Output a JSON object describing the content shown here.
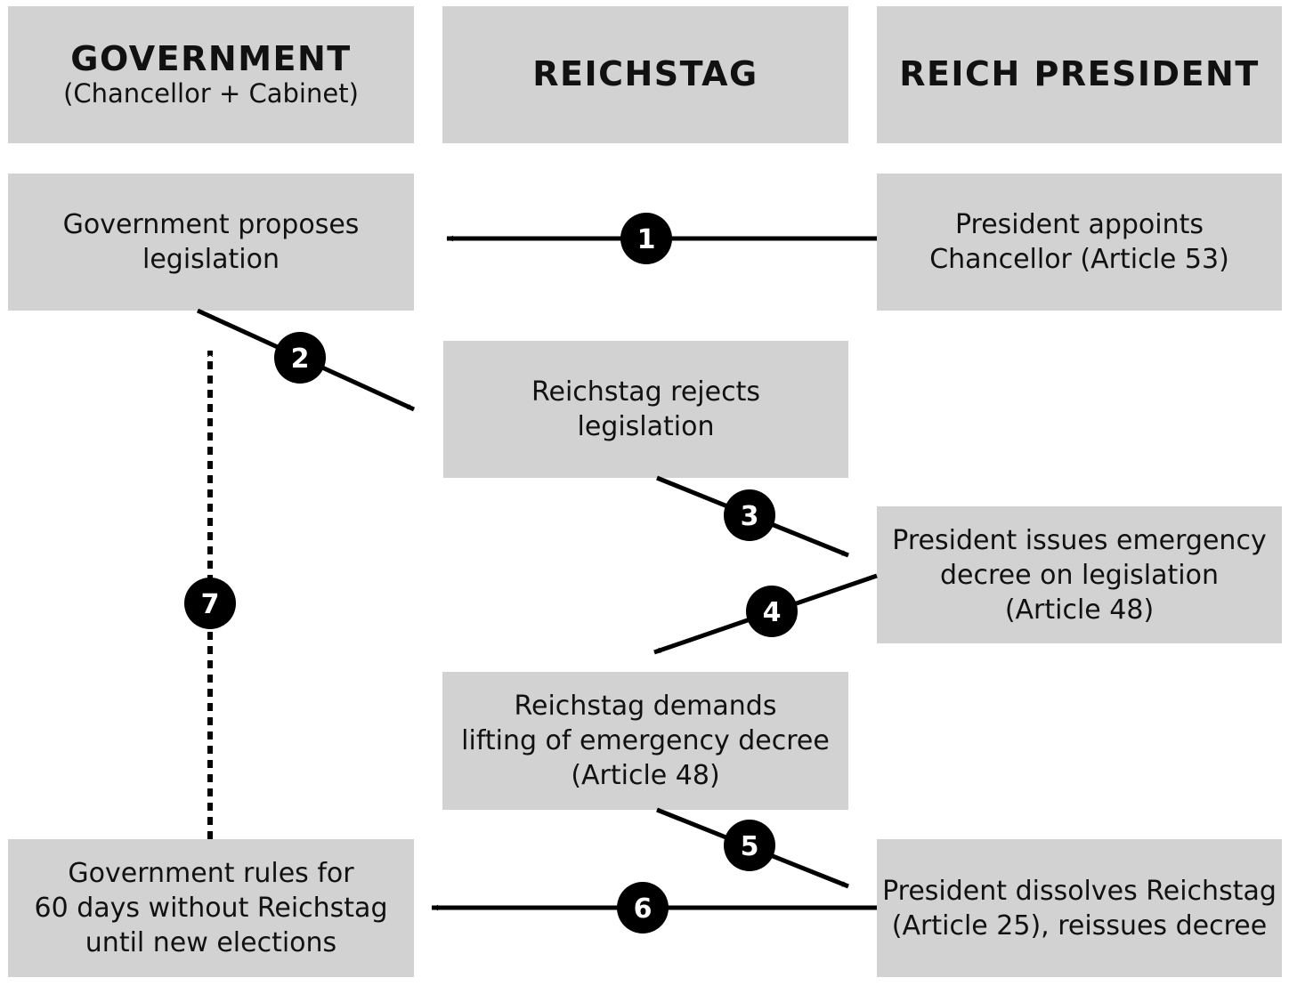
{
  "columns": {
    "government": {
      "title": "GOVERNMENT",
      "subtitle": "(Chancellor + Cabinet)"
    },
    "reichstag": {
      "title": "REICHSTAG"
    },
    "president": {
      "title": "REICH PRESIDENT"
    }
  },
  "steps": {
    "gov_proposes": [
      "Government proposes",
      "legislation"
    ],
    "pres_appoints": [
      "President appoints",
      "Chancellor (Article 53)"
    ],
    "reichstag_rejects": [
      "Reichstag rejects",
      "legislation"
    ],
    "pres_emergency": [
      "President issues emergency",
      "decree on legislation",
      "(Article 48)"
    ],
    "reichstag_demands": [
      "Reichstag demands",
      "lifting of emergency decree",
      "(Article 48)"
    ],
    "gov_rules": [
      "Government rules for",
      "60 days without Reichstag",
      "until new elections"
    ],
    "pres_dissolves": [
      "President dissolves Reichstag",
      "(Article 25), reissues decree"
    ]
  },
  "badges": [
    "1",
    "2",
    "3",
    "4",
    "5",
    "6",
    "7"
  ],
  "colors": {
    "box": "#d2d2d2",
    "arrow": "#000000",
    "badge_fill": "#000000",
    "badge_text": "#ffffff"
  }
}
